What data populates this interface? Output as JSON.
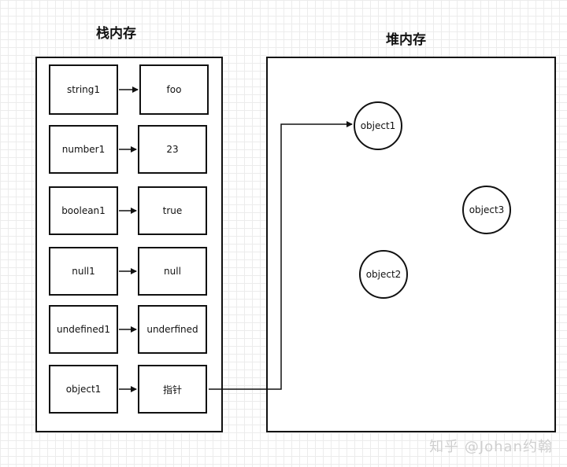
{
  "titles": {
    "stack": "栈内存",
    "heap": "堆内存"
  },
  "stack_rows": [
    {
      "name": "string1",
      "value": "foo"
    },
    {
      "name": "number1",
      "value": "23"
    },
    {
      "name": "boolean1",
      "value": "true"
    },
    {
      "name": "null1",
      "value": "null"
    },
    {
      "name": "undefined1",
      "value": "underfined"
    },
    {
      "name": "object1",
      "value": "指针"
    }
  ],
  "heap_objects": [
    "object1",
    "object2",
    "object3"
  ],
  "watermark": "知乎 @Johan约翰"
}
